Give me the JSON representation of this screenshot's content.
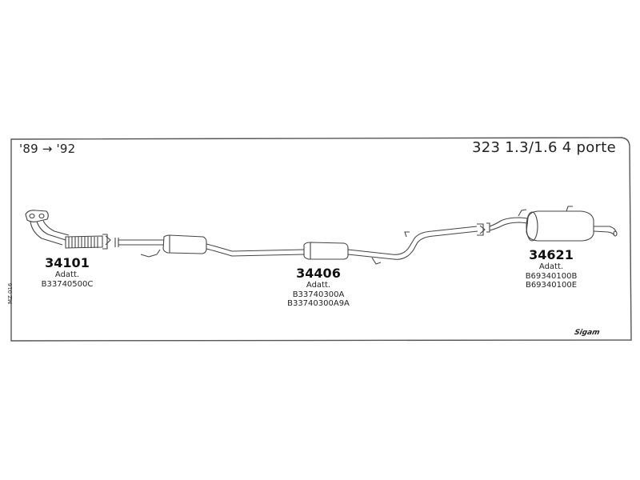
{
  "header": {
    "years": "'89 → '92",
    "model": "323 1.3/1.6 4 porte"
  },
  "footer": {
    "code": "MZ 016",
    "brand": "Sigam"
  },
  "parts": [
    {
      "number": "34101",
      "note": "Adatt.",
      "refs": [
        "B33740500C"
      ]
    },
    {
      "number": "34406",
      "note": "Adatt.",
      "refs": [
        "B33740300A",
        "B33740300A9A"
      ]
    },
    {
      "number": "34621",
      "note": "Adatt.",
      "refs": [
        "B69340100B",
        "B69340100E"
      ]
    }
  ],
  "colors": {
    "line": "#4a4a4a",
    "frame": "#555555",
    "background": "#ffffff"
  }
}
